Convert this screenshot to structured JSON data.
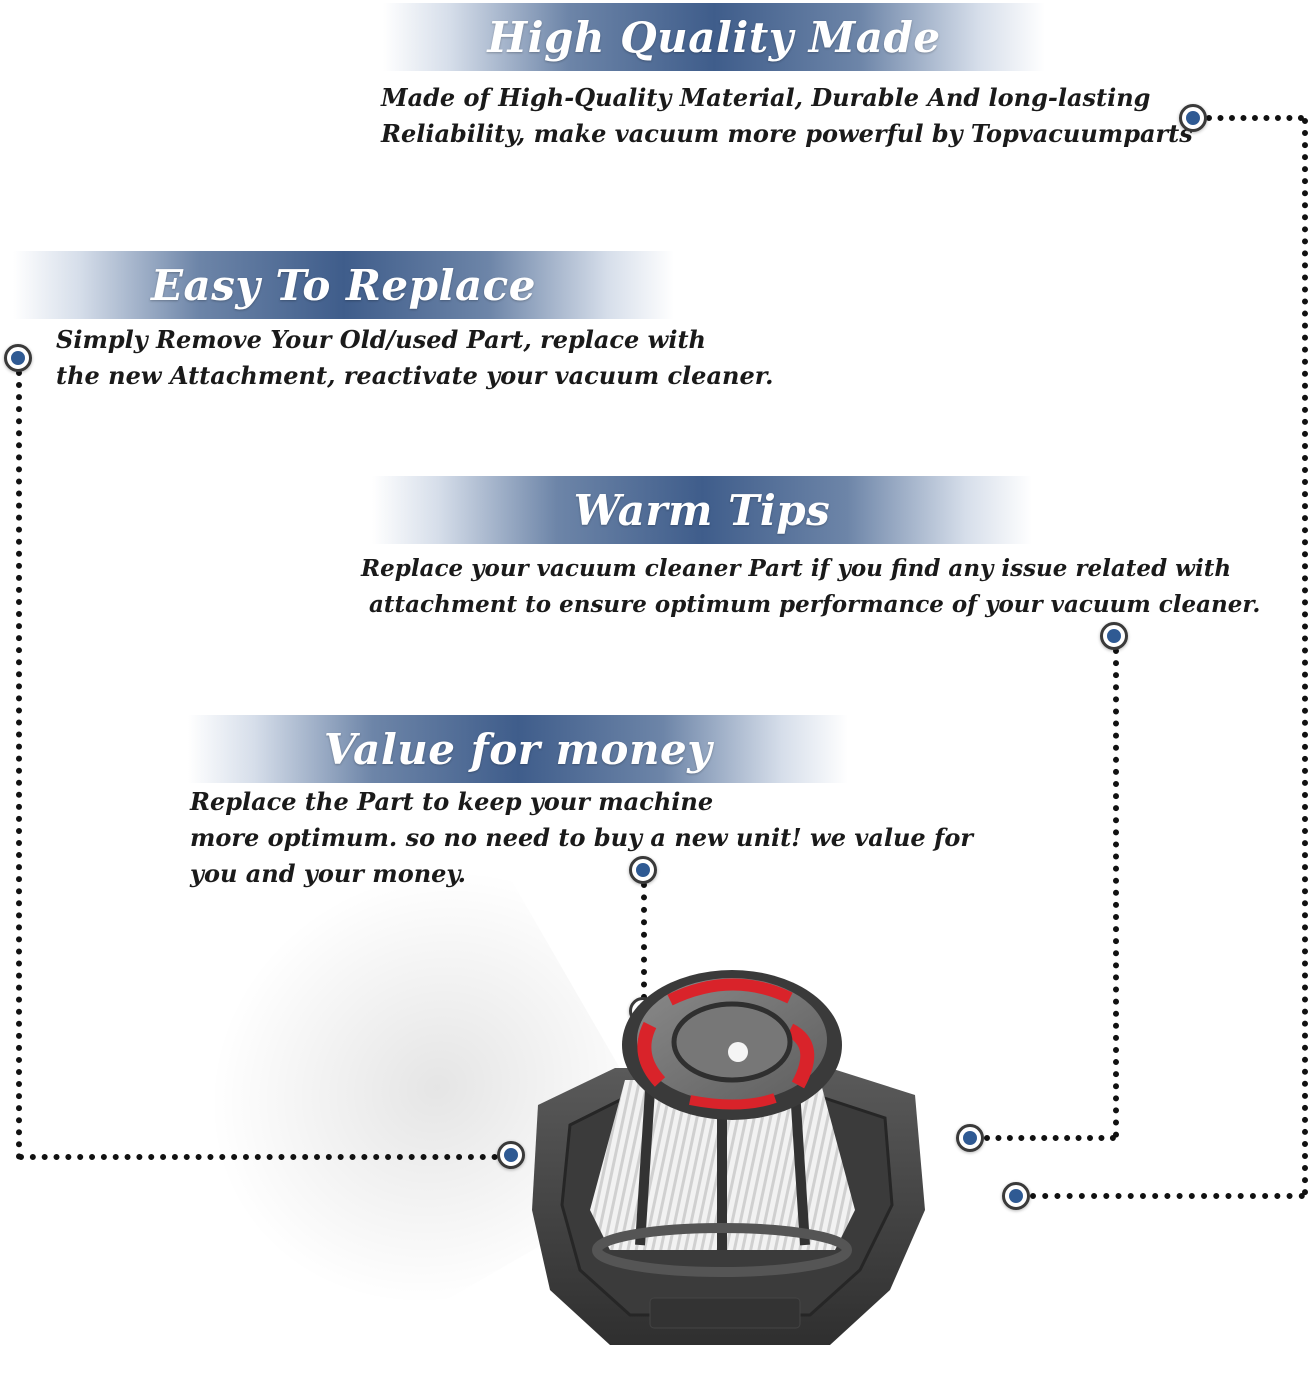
{
  "sections": {
    "quality": {
      "title": "High Quality Made",
      "lines": [
        "Made of  High-Quality Material, Durable And long-lasting",
        "Reliability, make vacuum more powerful by Topvacuumparts"
      ]
    },
    "replace": {
      "title": "Easy To Replace",
      "lines": [
        "Simply Remove Your Old/used Part, replace with",
        "the new Attachment, reactivate your vacuum cleaner."
      ]
    },
    "tips": {
      "title": "Warm Tips",
      "lines": [
        "Replace your vacuum cleaner Part if you find any issue related with",
        " attachment to ensure optimum performance of your vacuum cleaner."
      ]
    },
    "value": {
      "title": "Value for money",
      "lines": [
        "Replace the Part to keep your machine",
        "more optimum. so no need to buy a new unit! we value for",
        "you and your money."
      ]
    }
  },
  "colors": {
    "banner_blue": "#3f5d8b",
    "dot_blue": "#2f5a93",
    "filter_red": "#d9232a",
    "housing_gray": "#4a4a4a"
  },
  "icons": {
    "callout_marker": "target-dot-icon",
    "product": "vacuum-filter-image"
  }
}
